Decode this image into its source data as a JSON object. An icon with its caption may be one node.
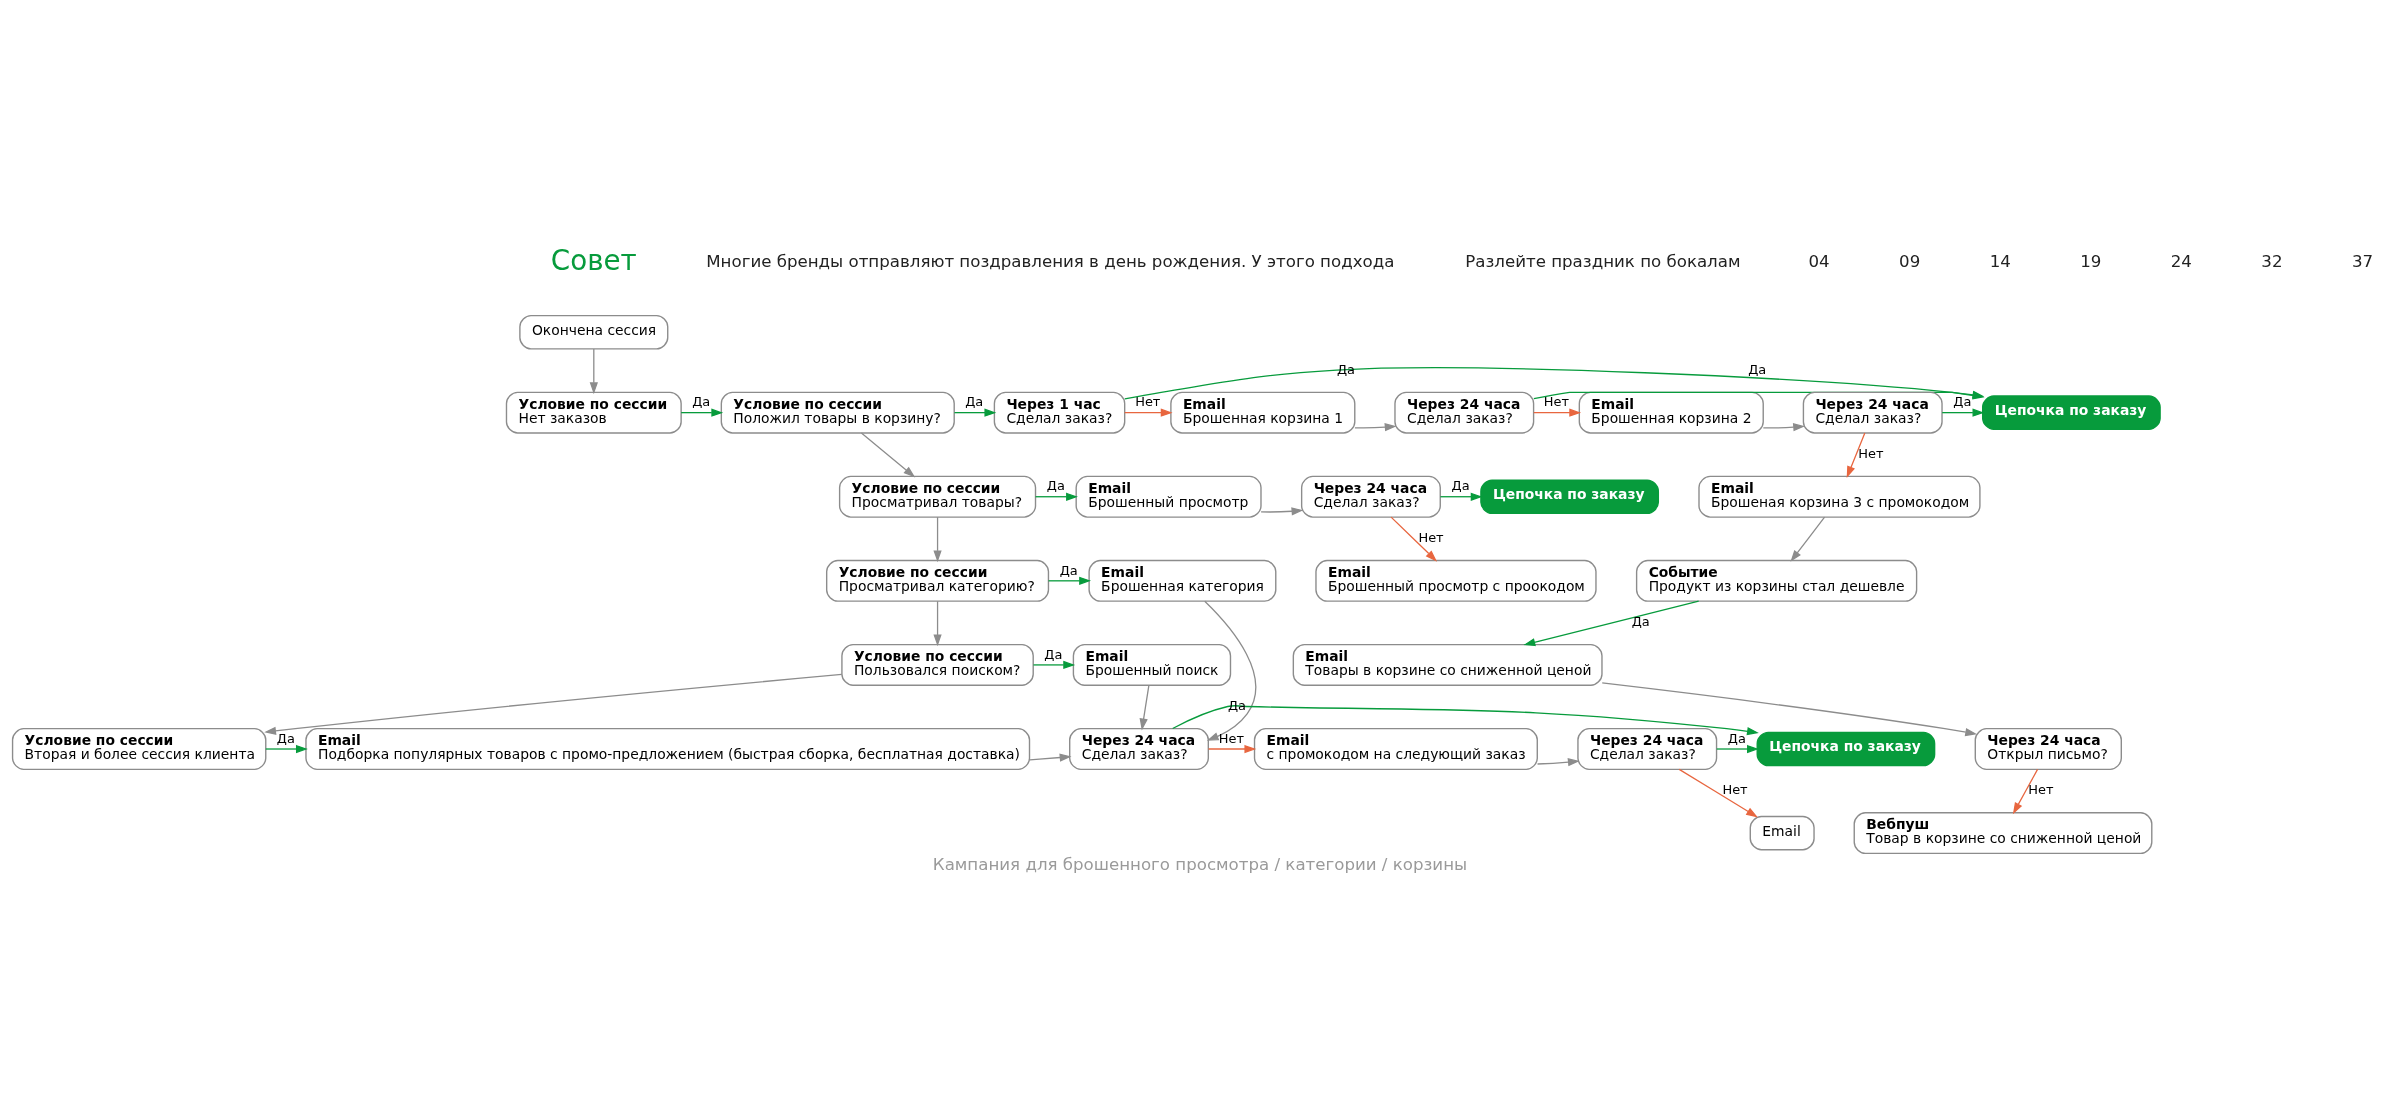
{
  "diagram": {
    "caption": "Кампания для брошенного просмотра / категории / корзины",
    "nodes": [
      {
        "text": [
          "Окончена сессия"
        ]
      },
      {
        "text": [
          "Условие по сессии",
          "Нет заказов"
        ]
      },
      {
        "text": [
          "Условие по сессии",
          "Положил товары в корзину?"
        ]
      },
      {
        "text": [
          "Через 1 час",
          "Сделал заказ?"
        ]
      },
      {
        "text": [
          "Email",
          "Брошенная корзина 1"
        ]
      },
      {
        "text": [
          "Через 24 часа",
          "Сделал заказ?"
        ]
      },
      {
        "text": [
          "Email",
          "Брошенная корзина 2"
        ]
      },
      {
        "text": [
          "Через 24 часа",
          "Сделал заказ?"
        ]
      },
      {
        "text": [
          "Цепочка по заказу"
        ]
      },
      {
        "text": [
          "Email",
          "Брошеная корзина 3 с промокодом"
        ]
      },
      {
        "text": [
          "Событие",
          "Продукт из корзины стал дешевле"
        ]
      },
      {
        "text": [
          "Email",
          "Товары в корзине со сниженной ценой"
        ]
      },
      {
        "text": [
          "Через 24 часа",
          "Открыл письмо?"
        ]
      },
      {
        "text": [
          "Вебпуш",
          "Товар в корзине со сниженной ценой"
        ]
      },
      {
        "text": [
          "Условие по сессии",
          "Просматривал товары?"
        ]
      },
      {
        "text": [
          "Email",
          "Брошенный просмотр"
        ]
      },
      {
        "text": [
          "Через 24 часа",
          "Сделал заказ?"
        ]
      },
      {
        "text": [
          "Цепочка по заказу"
        ]
      },
      {
        "text": [
          "Email",
          "Брошенный просмотр с проокодом"
        ]
      },
      {
        "text": [
          "Условие по сессии",
          "Просматривал категорию?"
        ]
      },
      {
        "text": [
          "Email",
          "Брошенная категория"
        ]
      },
      {
        "text": [
          "Условие по сессии",
          "Пользовался поиском?"
        ]
      },
      {
        "text": [
          "Email",
          "Брошенный поиск"
        ]
      },
      {
        "text": [
          "Условие по сессии",
          "Вторая и более сессия клиента"
        ]
      },
      {
        "text": [
          "Email",
          "Подборка популярных товаров с промо-предложением (быстрая сборка, бесплатная доставка)"
        ]
      },
      {
        "text": [
          "Через 24 часа",
          "Сделал заказ?"
        ]
      },
      {
        "text": [
          "Email",
          "с промокодом на следующий заказ"
        ]
      },
      {
        "text": [
          "Через 24 часа",
          "Сделал заказ?"
        ]
      },
      {
        "text": [
          "Цепочка по заказу"
        ]
      },
      {
        "text": [
          "Email"
        ]
      }
    ],
    "edges": [
      {
        "from": 0,
        "to": 1,
        "arrow": "to"
      },
      {
        "from": 1,
        "to": 2,
        "arrow": "to",
        "label": "Да",
        "color": "#079b3c"
      },
      {
        "from": 2,
        "to": 3,
        "arrow": "to",
        "label": "Да",
        "color": "#079b3c"
      },
      {
        "from": 3,
        "to": 4,
        "arrow": "to",
        "label": "Нет",
        "color": "#e8663f"
      },
      {
        "from": 4,
        "to": 5,
        "arrow": "to"
      },
      {
        "from": 5,
        "to": 6,
        "arrow": "to",
        "label": "Нет",
        "color": "#e8663f"
      },
      {
        "from": 6,
        "to": 7,
        "arrow": "to"
      },
      {
        "from": 3,
        "to": 8,
        "arrow": "to",
        "label": "Да",
        "color": "#079b3c"
      },
      {
        "from": 5,
        "to": 8,
        "arrow": "to",
        "label": "Да",
        "color": "#079b3c"
      },
      {
        "from": 7,
        "to": 8,
        "arrow": "to",
        "label": "Да",
        "color": "#079b3c"
      },
      {
        "from": 7,
        "to": 9,
        "arrow": "to",
        "label": "Нет",
        "color": "#e8663f"
      },
      {
        "from": 9,
        "to": 10,
        "arrow": "to"
      },
      {
        "from": 10,
        "to": 11,
        "arrow": "to",
        "label": "Да",
        "color": "#079b3c"
      },
      {
        "from": 11,
        "to": 12,
        "arrow": "to"
      },
      {
        "from": 12,
        "to": 13,
        "arrow": "to",
        "label": "Нет",
        "color": "#e8663f"
      },
      {
        "from": 2,
        "to": 14,
        "arrow": "to"
      },
      {
        "from": 14,
        "to": 15,
        "arrow": "to",
        "label": "Да",
        "color": "#079b3c"
      },
      {
        "from": 15,
        "to": 16,
        "arrow": "to"
      },
      {
        "from": 16,
        "to": 17,
        "arrow": "to",
        "label": "Да",
        "color": "#079b3c"
      },
      {
        "from": 16,
        "to": 18,
        "arrow": "to",
        "label": "Нет",
        "color": "#e8663f"
      },
      {
        "from": 14,
        "to": 19,
        "arrow": "to"
      },
      {
        "from": 19,
        "to": 20,
        "arrow": "to",
        "label": "Да",
        "color": "#079b3c"
      },
      {
        "from": 19,
        "to": 21,
        "arrow": "to"
      },
      {
        "from": 21,
        "to": 22,
        "arrow": "to",
        "label": "Да",
        "color": "#079b3c"
      },
      {
        "from": 21,
        "to": 23,
        "arrow": "to"
      },
      {
        "from": 23,
        "to": 24,
        "arrow": "to",
        "label": "Да",
        "color": "#079b3c"
      },
      {
        "from": 20,
        "to": 25,
        "arrow": "to"
      },
      {
        "from": 22,
        "to": 25,
        "arrow": "to"
      },
      {
        "from": 24,
        "to": 25,
        "arrow": "to"
      },
      {
        "from": 25,
        "to": 26,
        "arrow": "to",
        "label": "Нет",
        "color": "#e8663f"
      },
      {
        "from": 26,
        "to": 27,
        "arrow": "to"
      },
      {
        "from": 25,
        "to": 28,
        "arrow": "to",
        "label": "Да",
        "color": "#079b3c"
      },
      {
        "from": 27,
        "to": 28,
        "arrow": "to",
        "label": "Да",
        "color": "#079b3c"
      },
      {
        "from": 27,
        "to": 29,
        "arrow": "to",
        "label": "Нет",
        "color": "#e8663f"
      }
    ],
    "labels": [
      "Совет",
      "Многие бренды отправляют поздравления в день рождения. У этого подхода",
      "Разлейте праздник по бокалам",
      "04",
      "09",
      "14",
      "19",
      "24",
      "32",
      "37"
    ]
  }
}
